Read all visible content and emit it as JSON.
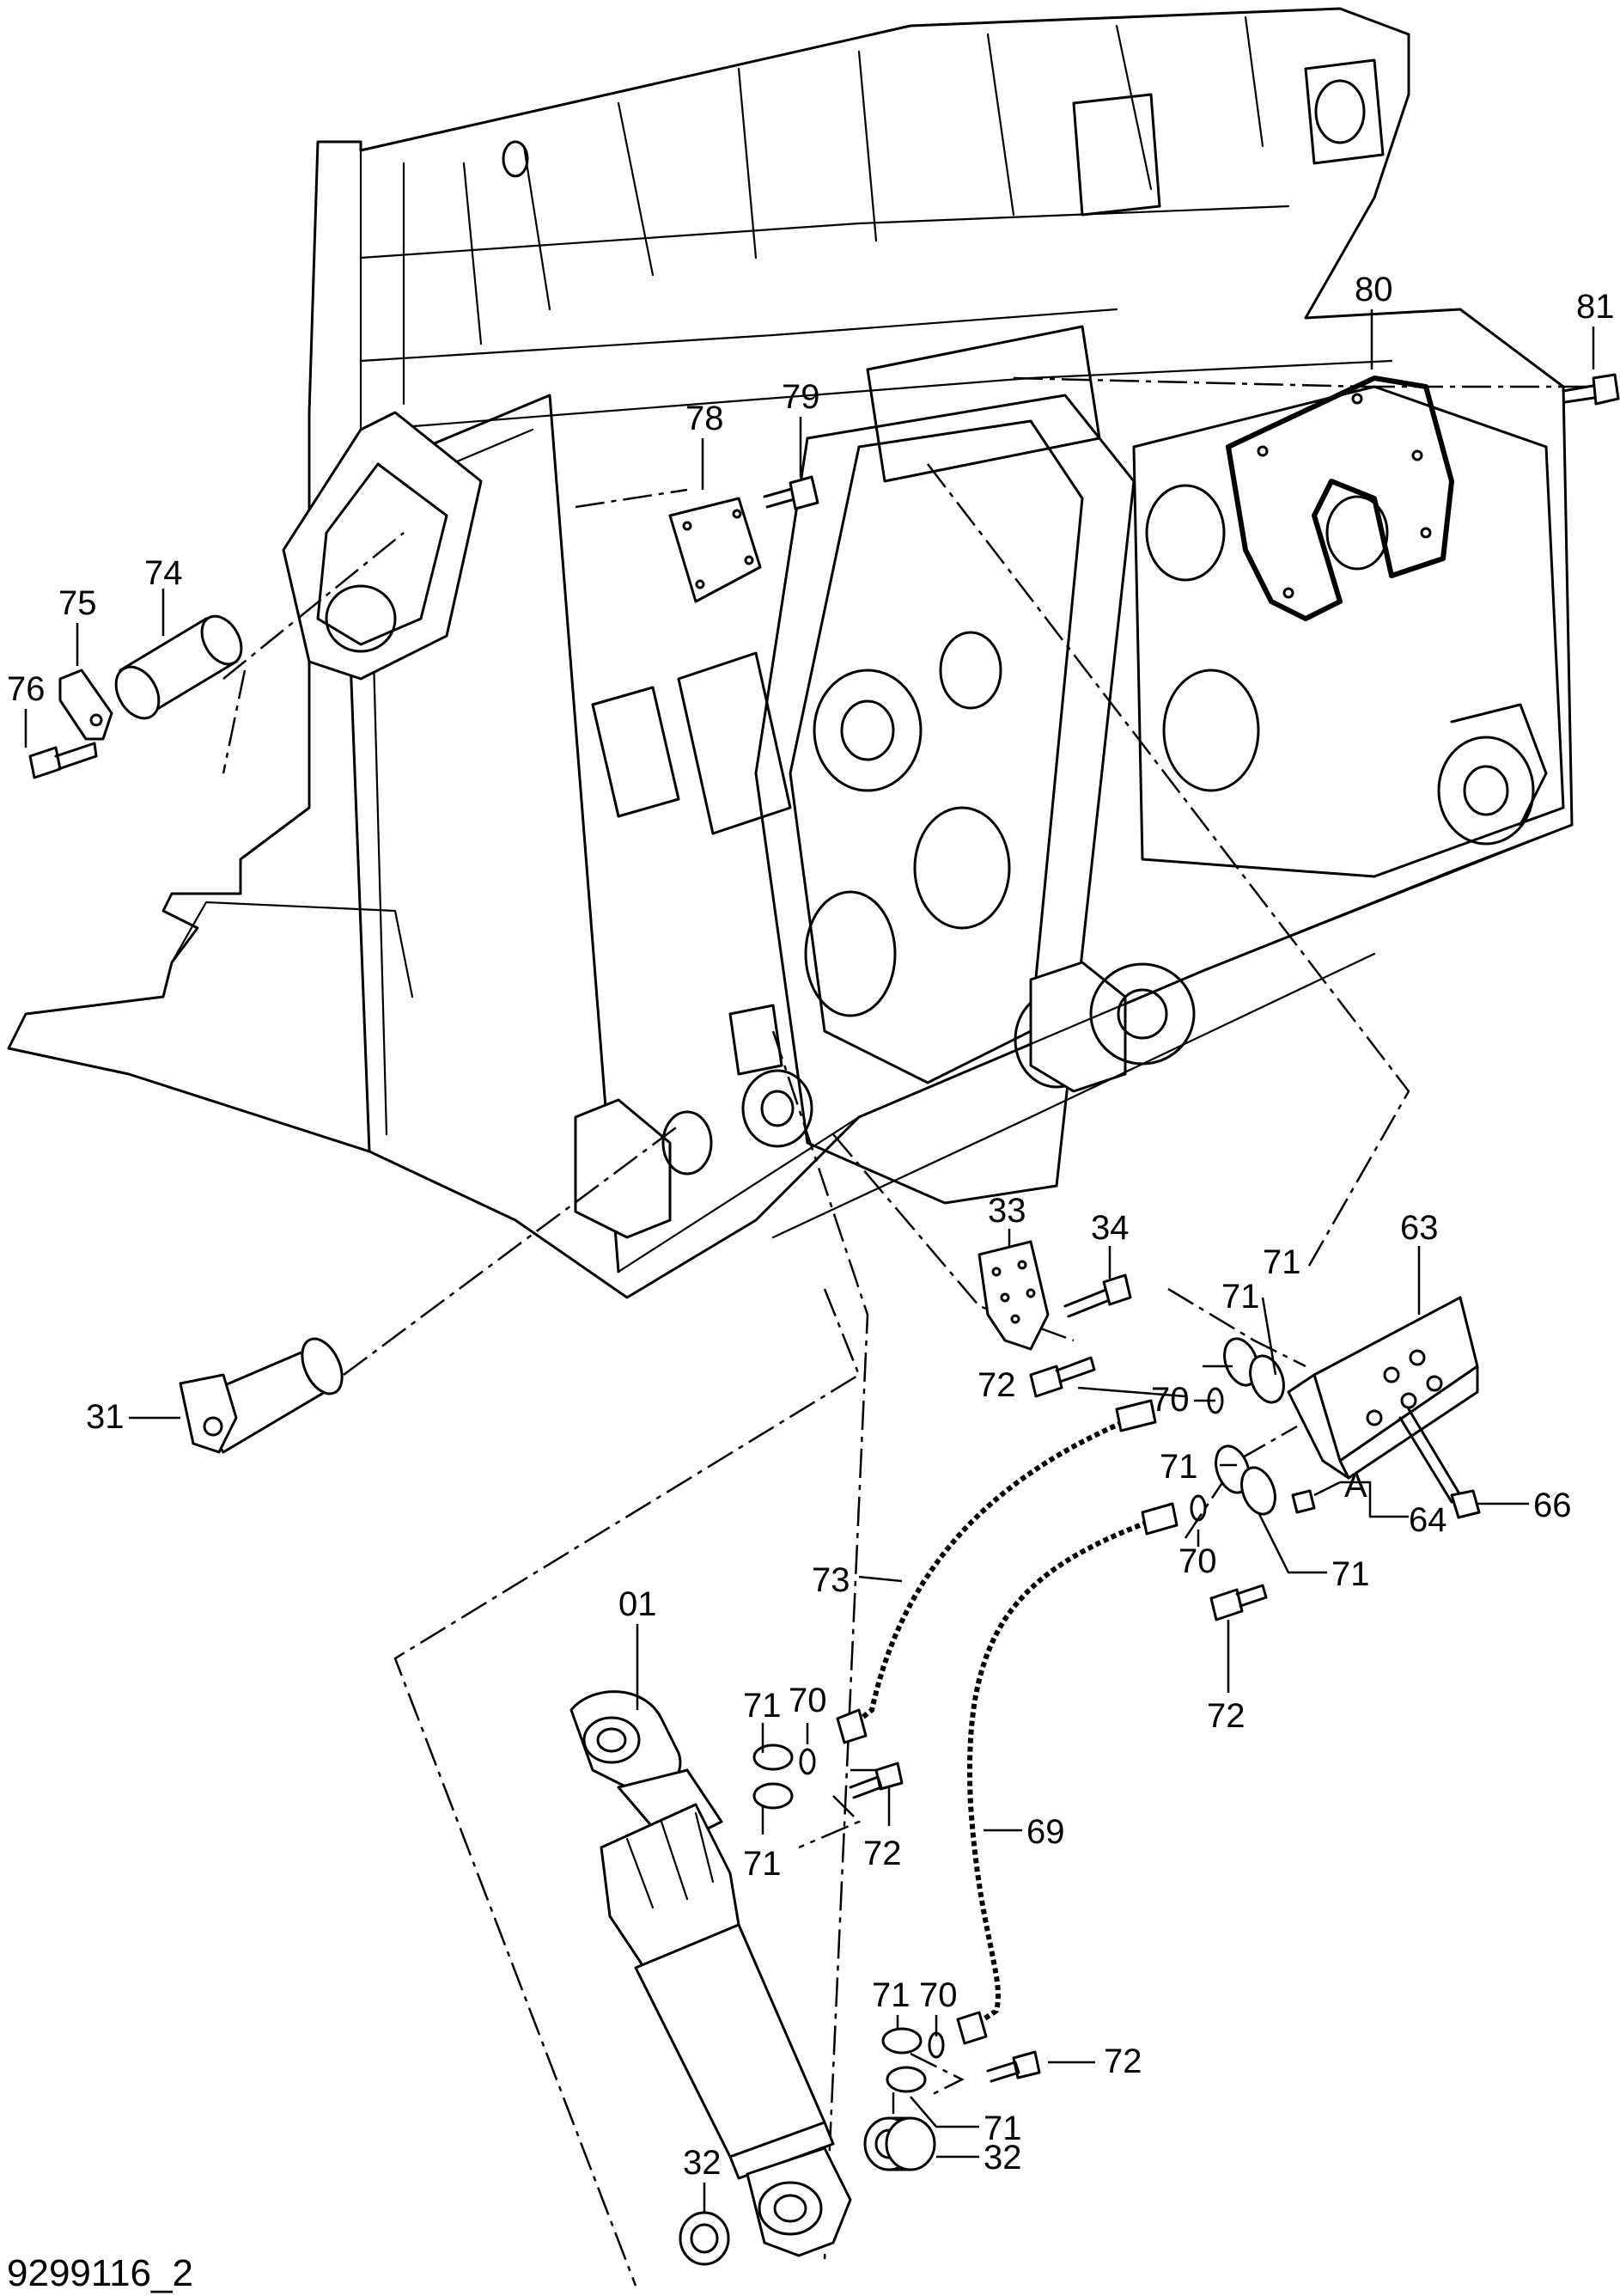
{
  "diagram_code": "9299116_2",
  "callouts": {
    "c01": "01",
    "c31": "31",
    "c32a": "32",
    "c32b": "32",
    "c33": "33",
    "c34": "34",
    "c63": "63",
    "c64": "64",
    "c66": "66",
    "c69": "69",
    "c70a": "70",
    "c70b": "70",
    "c70c": "70",
    "c70d": "70",
    "c71a": "71",
    "c71b": "71",
    "c71c": "71",
    "c71d": "71",
    "c71e": "71",
    "c71f": "71",
    "c71g": "71",
    "c72a": "72",
    "c72b": "72",
    "c72c": "72",
    "c72d": "72",
    "c73": "73",
    "c74": "74",
    "c75": "75",
    "c76": "76",
    "c78": "78",
    "c79": "79",
    "c80": "80",
    "c81": "81",
    "cA": "A"
  }
}
